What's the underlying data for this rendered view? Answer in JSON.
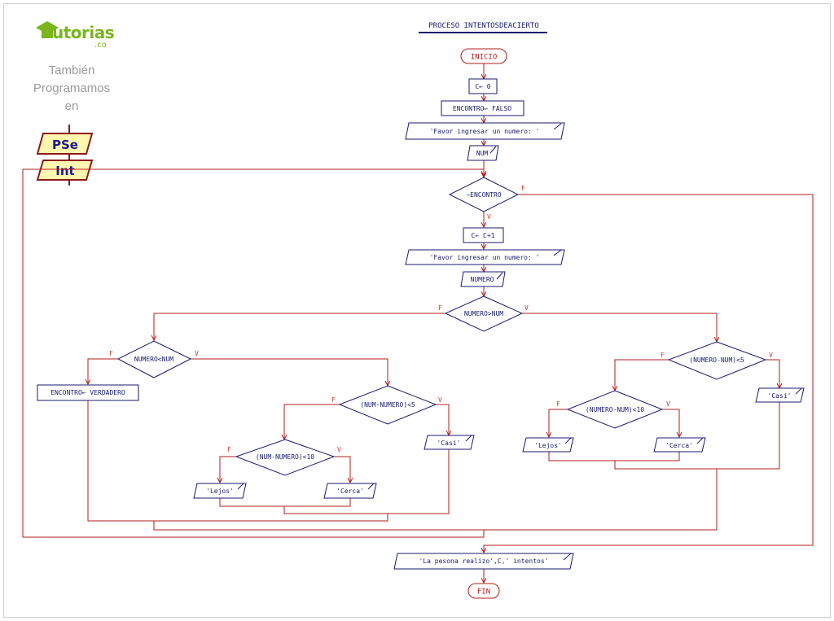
{
  "brand": {
    "logo_text": "utorias",
    "logo_domain": ".co",
    "tagline_lines": [
      "También",
      "Programamos",
      "en"
    ],
    "badge_pse": "PSe",
    "badge_int": "Int"
  },
  "colors": {
    "line": "#b01e1e",
    "box_border": "#1a1a6e",
    "text": "#1a1a6e",
    "terminal_text": "#b01e1e",
    "label": "#c0392b"
  },
  "flowchart": {
    "title": "PROCESO INTENTOSDEACIERTO",
    "start": "INICIO",
    "end": "FIN",
    "branch_true": "V",
    "branch_false": "F",
    "nodes": {
      "init_c": "C← 0",
      "init_encontro": "ENCONTRO← FALSO",
      "prompt1": "'Favor ingresar un numero: '",
      "read_num": "NUM",
      "while_cond": "~ENCONTRO",
      "inc_c": "C← C+1",
      "prompt2": "'Favor ingresar un numero: '",
      "read_numero": "NUMERO",
      "cmp_main": "NUMERO>NUM",
      "cmp_equal": "NUMERO<NUM",
      "set_found": "ENCONTRO← VERDADERO",
      "left_diff5": "(NUM-NUMERO)<5",
      "left_diff10": "(NUM-NUMERO)<10",
      "left_lejos": "'Lejos'",
      "left_cerca": "'Cerca'",
      "left_casi": "'Casi'",
      "right_diff5": "(NUMERO-NUM)<5",
      "right_diff10": "(NUMERO-NUM)<10",
      "right_lejos": "'Lejos'",
      "right_cerca": "'Cerca'",
      "right_casi": "'Casi'",
      "output_final": "'La pesona realizo',C,' intentos'"
    }
  }
}
